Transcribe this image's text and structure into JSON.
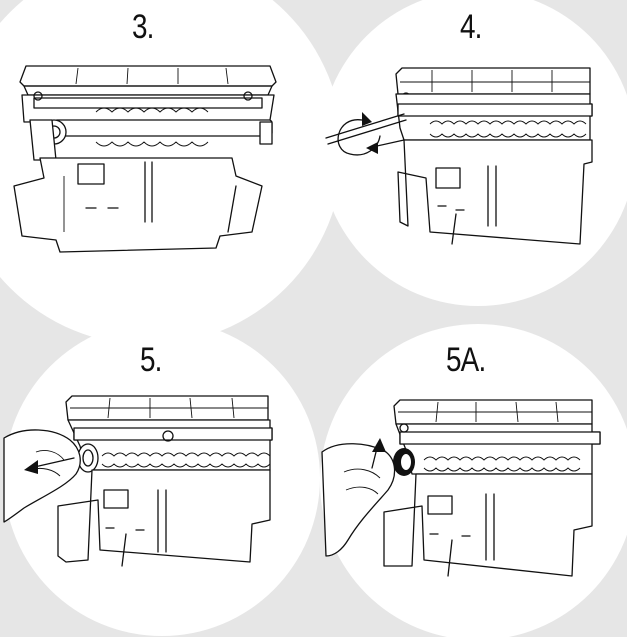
{
  "steps": [
    {
      "id": "step-3",
      "label": "3."
    },
    {
      "id": "step-4",
      "label": "4."
    },
    {
      "id": "step-5",
      "label": "5."
    },
    {
      "id": "step-5a",
      "label": "5A."
    }
  ],
  "colors": {
    "background": "#e6e6e6",
    "panel": "#ffffff",
    "line": "#111111"
  }
}
